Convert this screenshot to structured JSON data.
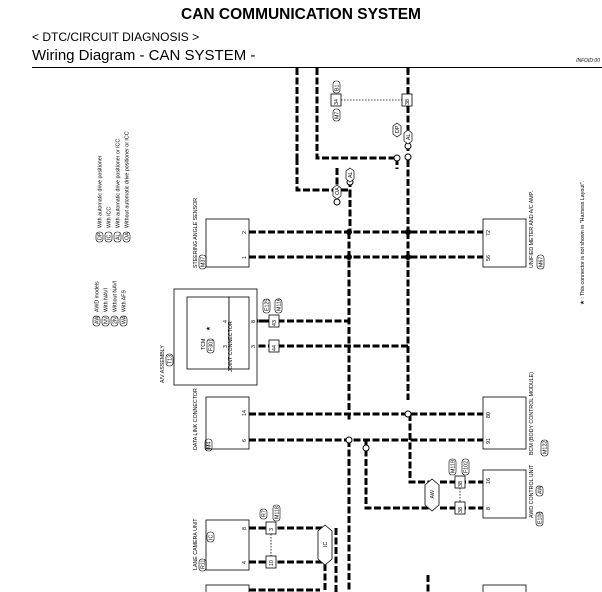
{
  "header": {
    "title": "CAN COMMUNICATION SYSTEM",
    "breadcrumb": "< DTC/CIRCUIT DIAGNOSIS >",
    "subtitle": "Wiring Diagram - CAN SYSTEM -",
    "code": "INFOID:00"
  },
  "legend": {
    "abbrev": [
      {
        "code": "AW",
        "text": "AWD models"
      },
      {
        "code": "NV",
        "text": "With NAVI"
      },
      {
        "code": "2N",
        "text": "Without NAVI"
      },
      {
        "code": "WA",
        "text": "With AFS"
      }
    ],
    "options": [
      {
        "code": "DP",
        "text": "With automatic drive positioner"
      },
      {
        "code": "IC",
        "text": "With ICC"
      },
      {
        "code": "AL",
        "text": "With automatic drive positioner or ICC"
      },
      {
        "code": "OA",
        "text": "Without automatic drive positioner or ICC"
      }
    ]
  },
  "note": "★ : This connector is not shown in \"Harness Layout\".",
  "components": {
    "steering": {
      "name": "STEERING ANGLE SENSOR",
      "connector": "M37",
      "pin_top": "2",
      "pin_bottom": "1"
    },
    "meter": {
      "name": "UNIFIED METER AND A/C AMP.",
      "connector": "M67",
      "pin_top": "72",
      "pin_bottom": "56"
    },
    "av_assembly": "A/V ASSEMBLY",
    "av_connector": "T13",
    "tcm": {
      "name": "TCM",
      "connector": "F301",
      "star": "★"
    },
    "joint": {
      "name": "JOINT CONNECTOR",
      "pin_top": "8",
      "pin_bottom": "3"
    },
    "tcm_pins": {
      "top": "4",
      "bottom": "3"
    },
    "tcm_harness": {
      "pin_top": "43",
      "pin_bottom": "44",
      "tag1": "E125",
      "tag2": "M116"
    },
    "data_link": {
      "name": "DATA LINK CONNECTOR",
      "connector": "M4",
      "pin_top": "14",
      "pin_bottom": "6"
    },
    "bcm": {
      "name": "BCM (BODY CONTROL MODULE)",
      "connector": "M122",
      "pin_top": "80",
      "pin_bottom": "91"
    },
    "awd": {
      "name": "AWD CONTROL UNIT",
      "connector": "E108",
      "option": "AW",
      "pin_top": "16",
      "pin_bottom": "8"
    },
    "awd_harness": {
      "pin_top": "38",
      "pin_bottom": "38",
      "tag1": "M119",
      "tag2": "F102"
    },
    "lane": {
      "name": "LANE CAMERA UNIT",
      "connector": "R11",
      "option": "IC",
      "pin_top": "8",
      "pin_bottom": "4"
    },
    "lane_harness": {
      "pin_top": "3",
      "pin_bottom": "10",
      "tag1": "R7",
      "tag2": "M118"
    },
    "top_harness": {
      "pin_left": "34",
      "pin_right": "38",
      "tag1": "B1",
      "tag2": "M7"
    }
  },
  "splices": {
    "dp": "DP",
    "oa": "OA",
    "al_left": "AL",
    "al_right": "AL",
    "aw": "AW",
    "ic": "IC"
  }
}
